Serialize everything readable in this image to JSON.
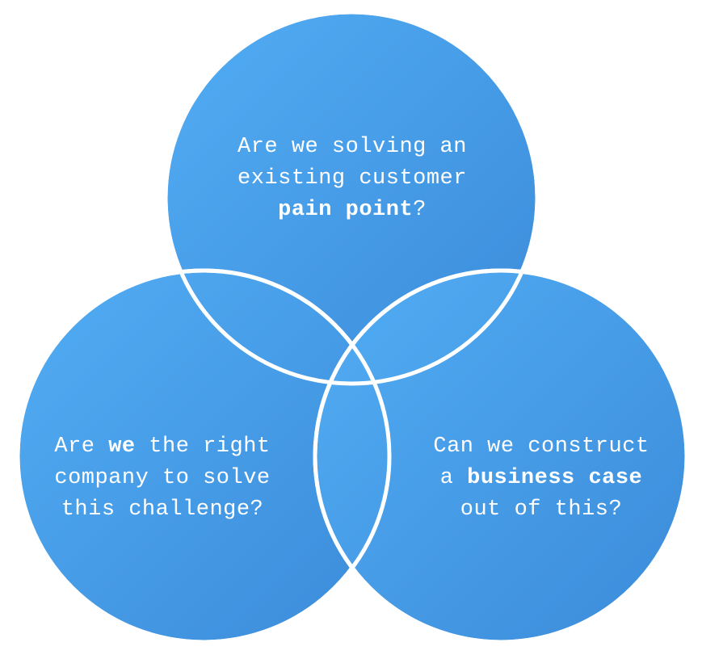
{
  "diagram": {
    "circles": [
      {
        "id": "top",
        "lines": [
          [
            {
              "text": "Are we solving an",
              "bold": false
            }
          ],
          [
            {
              "text": "existing customer",
              "bold": false
            }
          ],
          [
            {
              "text": "pain point",
              "bold": true
            },
            {
              "text": "?",
              "bold": false
            }
          ]
        ]
      },
      {
        "id": "left",
        "lines": [
          [
            {
              "text": "Are ",
              "bold": false
            },
            {
              "text": "we",
              "bold": true
            },
            {
              "text": " the right",
              "bold": false
            }
          ],
          [
            {
              "text": "company to solve",
              "bold": false
            }
          ],
          [
            {
              "text": "this challenge?",
              "bold": false
            }
          ]
        ]
      },
      {
        "id": "right",
        "lines": [
          [
            {
              "text": "Can we construct",
              "bold": false
            }
          ],
          [
            {
              "text": "a ",
              "bold": false
            },
            {
              "text": "business case",
              "bold": true
            }
          ],
          [
            {
              "text": "out of this?",
              "bold": false
            }
          ]
        ]
      }
    ],
    "colors": {
      "fill_light": "#4fa9f2",
      "fill_dark": "#3d8fdc",
      "stroke": "#ffffff",
      "text": "#ffffff"
    }
  }
}
